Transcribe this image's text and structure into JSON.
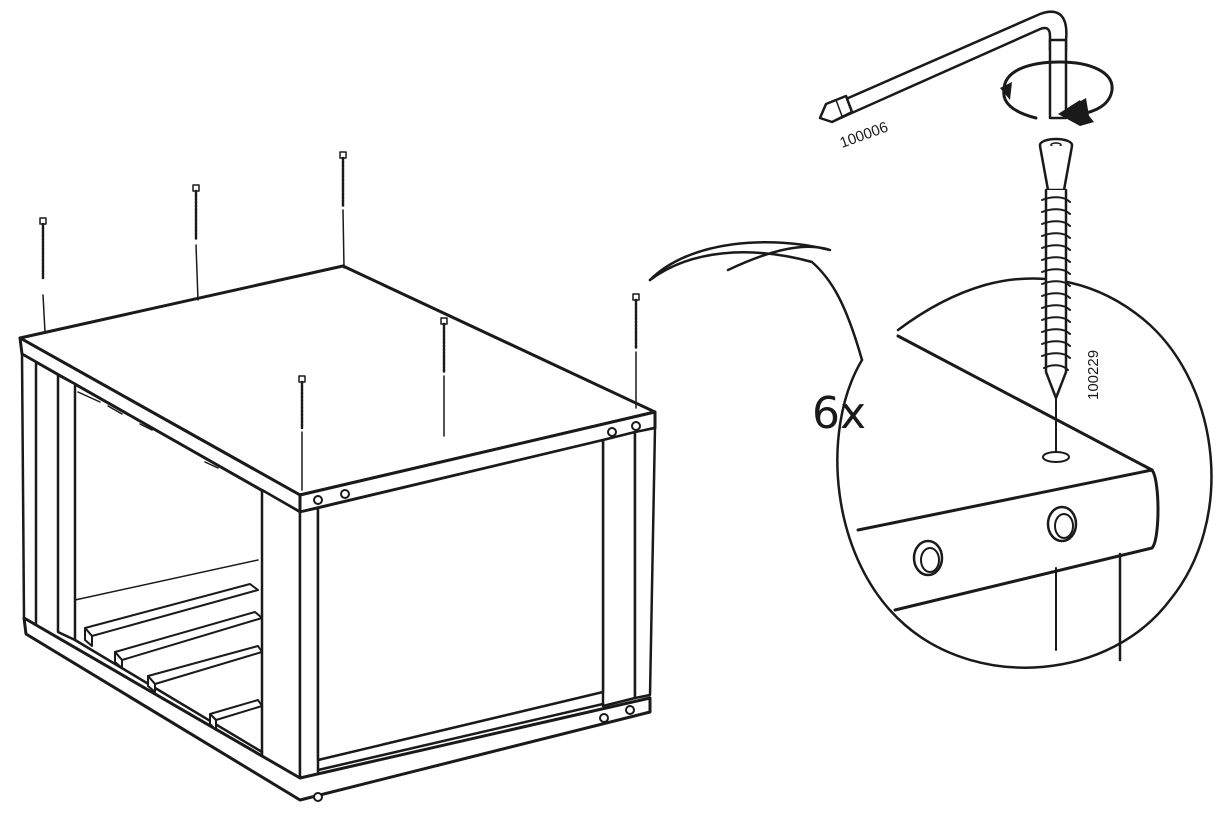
{
  "quantity_label": "6x",
  "allen_key_part_number": "100006",
  "screw_part_number": "100229",
  "colors": {
    "line": "#1a1a1a",
    "background": "#ffffff"
  },
  "icons": [
    "allen-key-icon",
    "rotate-clockwise-icon",
    "screw-icon"
  ]
}
